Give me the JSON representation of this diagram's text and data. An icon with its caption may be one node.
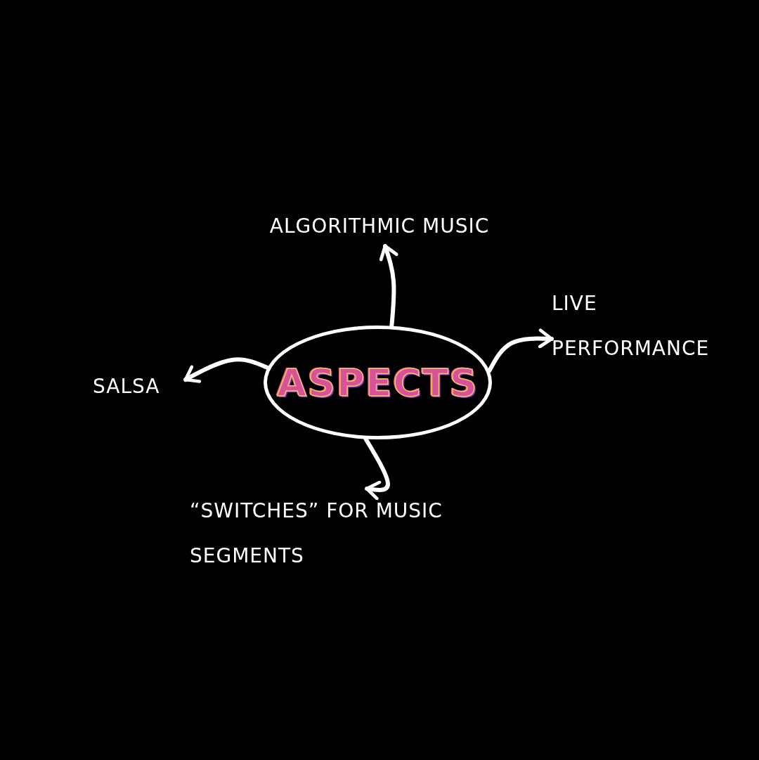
{
  "diagram": {
    "nodes": [
      {
        "text": [
          "ASPECTS"
        ]
      },
      {
        "text": [
          "ALGORITHMIC MUSIC"
        ]
      },
      {
        "text": [
          "LIVE PERFORMANCE"
        ]
      },
      {
        "text": [
          "SALSA"
        ]
      },
      {
        "text": [
          "“SWITCHES” FOR MUSIC SEGMENTS"
        ]
      }
    ],
    "edges": [
      {
        "from": 0,
        "to": 1,
        "arrow": "to"
      },
      {
        "from": 0,
        "to": 2,
        "arrow": "to"
      },
      {
        "from": 0,
        "to": 3,
        "arrow": "to"
      },
      {
        "from": 0,
        "to": 4,
        "arrow": "to"
      }
    ]
  }
}
